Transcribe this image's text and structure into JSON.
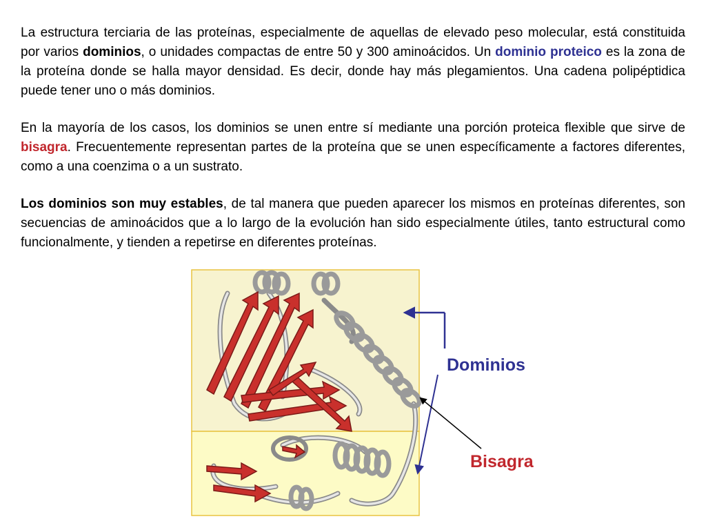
{
  "paragraph1": {
    "t1": "La estructura terciaria de las proteínas, especialmente de aquellas de elevado peso molecular, está constituida por varios ",
    "b1": "dominios",
    "t2": ", o unidades compactas de entre 50 y 300 aminoácidos. Un ",
    "b2": "dominio proteico",
    "t3": " es la zona de la proteína donde se halla mayor densidad. Es decir, donde hay más plegamientos. Una cadena polipéptidica puede tener uno o más dominios."
  },
  "paragraph2": {
    "t1": "En la mayoría de los casos, los dominios se unen entre sí mediante una porción proteica flexible que sirve de ",
    "b1": "bisagra",
    "t2": ". Frecuentemente representan partes de la proteína que se unen específicamente a factores diferentes, como a una coenzima o a un sustrato."
  },
  "paragraph3": {
    "b1": "Los dominios son muy estables",
    "t1": ", de tal manera que pueden aparecer los mismos en proteínas diferentes, son secuencias de aminoácidos que a lo largo de la evolución han sido especialmente útiles, tanto estructural como funcionalmente, y tienden a repetirse en diferentes proteínas."
  },
  "figure": {
    "label_dominios": "Dominios",
    "label_bisagra": "Bisagra",
    "colors": {
      "domain_upper_bg": "#f7f3cf",
      "domain_lower_bg": "#fdfbc6",
      "box_border": "#e8c341",
      "strand": "#c9302c",
      "helix": "#d8d8d8",
      "label_blue": "#2e3192",
      "label_red": "#c1272d"
    }
  }
}
